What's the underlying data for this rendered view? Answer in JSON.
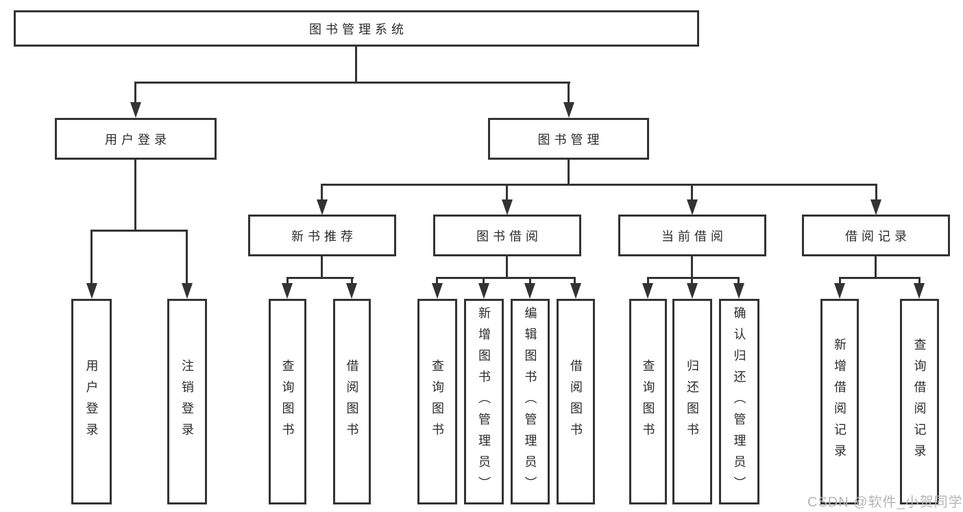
{
  "diagram": {
    "title": "图书管理系统",
    "level2": [
      "用户登录",
      "图书管理"
    ],
    "level3": [
      "新书推荐",
      "图书借阅",
      "当前借阅",
      "借阅记录"
    ],
    "leaves": {
      "user_login": [
        "用户登录",
        "注销登录"
      ],
      "new_book_recommend": [
        "查询图书",
        "借阅图书"
      ],
      "book_borrow": [
        "查询图书",
        "新增图书（管理员）",
        "编辑图书（管理员）",
        "借阅图书"
      ],
      "current_borrow": [
        "查询图书",
        "归还图书",
        "确认归还（管理员）"
      ],
      "borrow_records": [
        "新增借阅记录",
        "查询借阅记录"
      ]
    },
    "colors": {
      "line": "#333333",
      "box_border": "#333333",
      "text": "#2b2b2b",
      "watermark": "#b5b5b5",
      "background": "#ffffff"
    }
  },
  "watermark": {
    "text": "CSDN @软件_小贺同学"
  }
}
